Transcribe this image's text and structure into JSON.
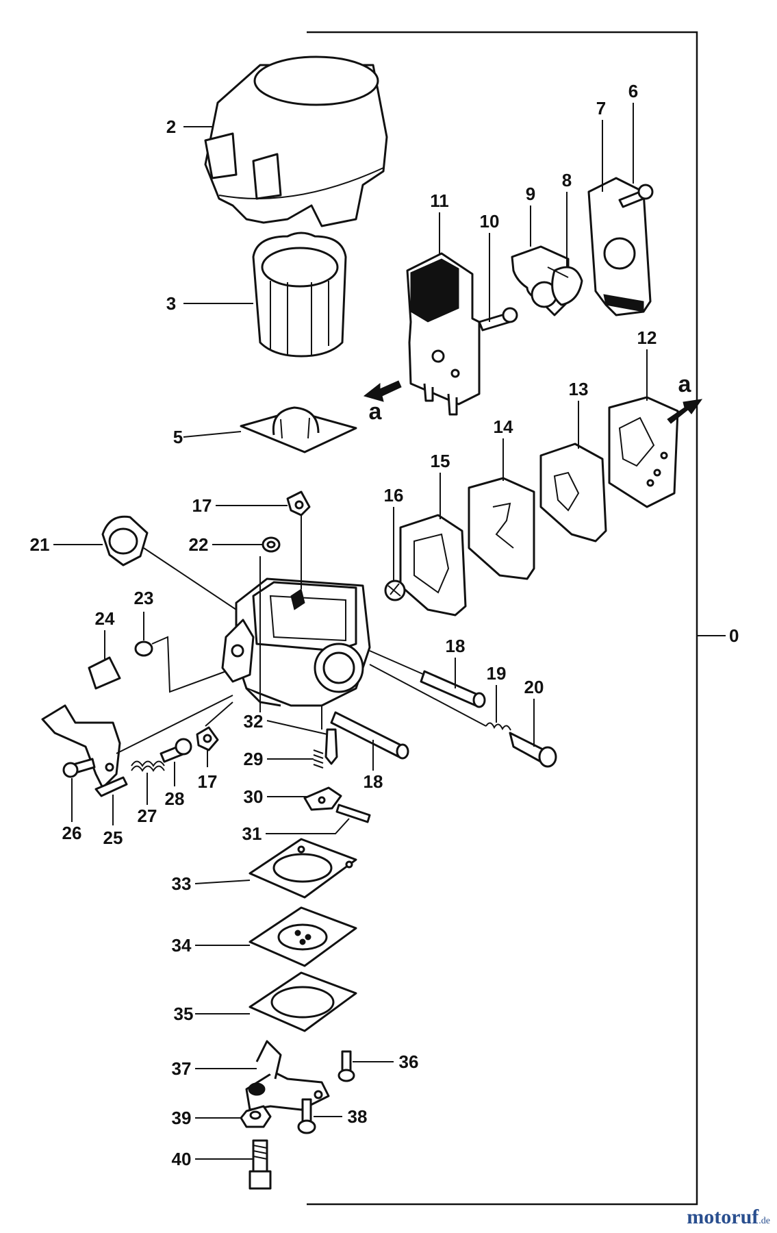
{
  "diagram": {
    "labels": {
      "p0": "0",
      "p2": "2",
      "p3": "3",
      "p5": "5",
      "p6": "6",
      "p7": "7",
      "p8": "8",
      "p9": "9",
      "p10": "10",
      "p11": "11",
      "p12": "12",
      "p13": "13",
      "p14": "14",
      "p15": "15",
      "p16": "16",
      "p17a": "17",
      "p17b": "17",
      "p18a": "18",
      "p18b": "18",
      "p19": "19",
      "p20": "20",
      "p21": "21",
      "p22": "22",
      "p23": "23",
      "p24": "24",
      "p25": "25",
      "p26": "26",
      "p27": "27",
      "p28": "28",
      "p29": "29",
      "p30": "30",
      "p31": "31",
      "p32": "32",
      "p33": "33",
      "p34": "34",
      "p35": "35",
      "p36": "36",
      "p37": "37",
      "p38": "38",
      "p39": "39",
      "p40": "40",
      "arrow_a_left": "a",
      "arrow_a_right": "a"
    }
  },
  "watermark": {
    "brand": "motoruf",
    "tld": ".de"
  }
}
